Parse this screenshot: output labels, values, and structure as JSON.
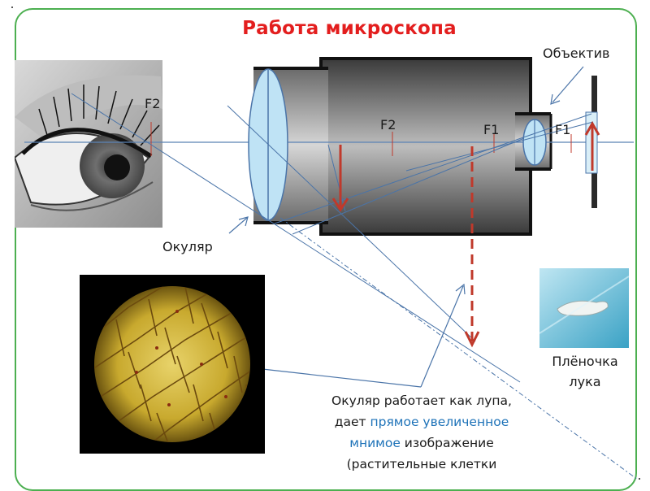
{
  "title": "Работа микроскопа",
  "labels": {
    "objective": "Объектив",
    "eyepiece": "Окуляр",
    "f2_eye": "F2",
    "f2_tube": "F2",
    "f1_left": "F1",
    "f1_right": "F1"
  },
  "caption": {
    "part1": "Окуляр работает как лупа, дает ",
    "highlight": "прямое увеличенное мнимое",
    "part2": " изображение (растительные клетки"
  },
  "onion_caption": "Плёночка лука",
  "colors": {
    "title": "#e31e1e",
    "frame": "#4caf50",
    "highlight": "#1d72b8",
    "arrow": "#c0392b",
    "lens": "#bfe3f5",
    "ray": "#4a74a8"
  },
  "icons": {
    "eye": "eye-photo",
    "cells": "onion-cells-photo",
    "onion": "onion-film-photo"
  }
}
